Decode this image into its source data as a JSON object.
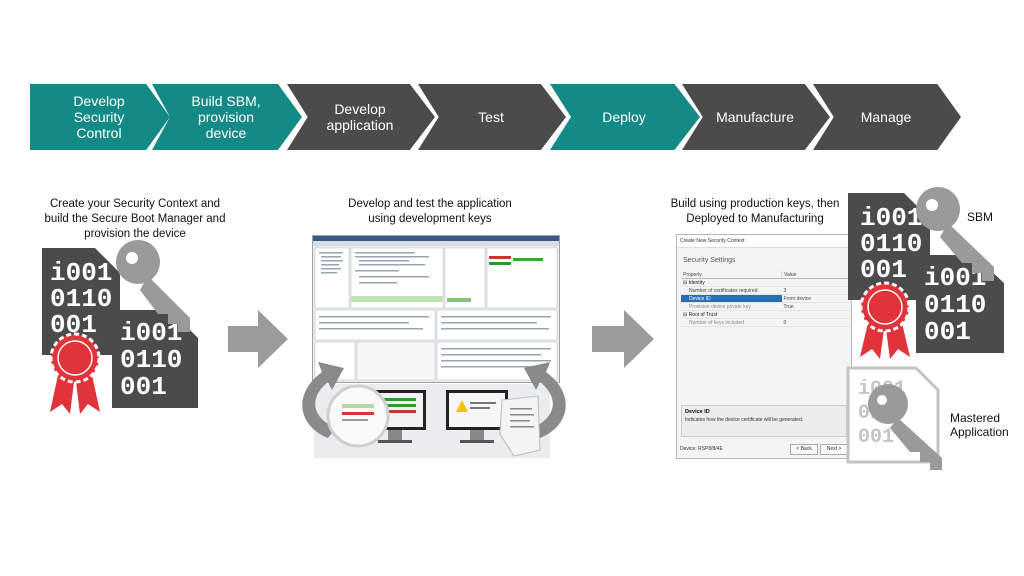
{
  "process": {
    "steps": [
      {
        "label": "Develop Security Control",
        "lines": [
          "Develop",
          "Security",
          "Control"
        ],
        "color": "#138a86"
      },
      {
        "label": "Build SBM, provision device",
        "lines": [
          "Build SBM,",
          "provision",
          "device"
        ],
        "color": "#138a86"
      },
      {
        "label": "Develop application",
        "lines": [
          "Develop",
          "application"
        ],
        "color": "#4b4b4b"
      },
      {
        "label": "Test",
        "lines": [
          "Test"
        ],
        "color": "#4b4b4b"
      },
      {
        "label": "Deploy",
        "lines": [
          "Deploy"
        ],
        "color": "#138a86"
      },
      {
        "label": "Manufacture",
        "lines": [
          "Manufacture"
        ],
        "color": "#4b4b4b"
      },
      {
        "label": "Manage",
        "lines": [
          "Manage"
        ],
        "color": "#4b4b4b"
      }
    ]
  },
  "stages": {
    "left_caption": [
      "Create your Security Context and",
      "build the Secure Boot Manager and",
      "provision the device"
    ],
    "middle_caption": [
      "Develop and test the application",
      "using development keys"
    ],
    "right_caption": [
      "Build using production keys, then",
      "Deployed to Manufacturing"
    ]
  },
  "binary": {
    "row1": "i001",
    "row2": "0110",
    "row3": "001"
  },
  "labels": {
    "sbm": "SBM",
    "mastered": [
      "Mastered",
      "Application"
    ]
  },
  "security_window": {
    "title": "Create New Security Context",
    "section": "Security Settings",
    "columns": [
      "Property",
      "Value"
    ],
    "rows": [
      {
        "key": "⊟  Identity",
        "value": ""
      },
      {
        "key": "Number of certificates required",
        "value": "3"
      },
      {
        "key": "Device ID",
        "value": "From device",
        "selected": true
      },
      {
        "key": "Provision device private key",
        "value": "True"
      },
      {
        "key": "⊟  Root of Trust",
        "value": ""
      },
      {
        "key": "Number of keys included",
        "value": "0"
      }
    ],
    "description_title": "Device ID",
    "description_text": "Indicates how the device certificate will be generated.",
    "footer_device": "Device: RSP8/8/4E",
    "back_button": "< Back",
    "next_button": "Next >"
  },
  "colors": {
    "teal": "#138a86",
    "dark": "#4b4b4b",
    "arrow": "#9b9b9b",
    "seal": "#e0333a",
    "key_dark": "#9a9a9a",
    "key_light": "#c4c4c4"
  }
}
